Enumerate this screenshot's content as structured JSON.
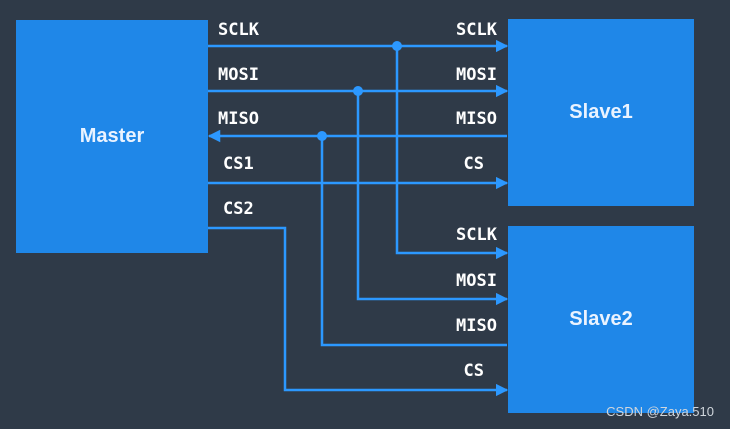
{
  "blocks": {
    "master": "Master",
    "slave1": "Slave1",
    "slave2": "Slave2"
  },
  "master_signals": {
    "sclk": "SCLK",
    "mosi": "MOSI",
    "miso": "MISO",
    "cs1": "CS1",
    "cs2": "CS2"
  },
  "slave1_signals": {
    "sclk": "SCLK",
    "mosi": "MOSI",
    "miso": "MISO",
    "cs": "CS"
  },
  "slave2_signals": {
    "sclk": "SCLK",
    "mosi": "MOSI",
    "miso": "MISO",
    "cs": "CS"
  },
  "colors": {
    "block": "#1f87e8",
    "wire": "#2c98ff",
    "background": "#2f3a48"
  },
  "watermark": "CSDN @Zaya.510"
}
